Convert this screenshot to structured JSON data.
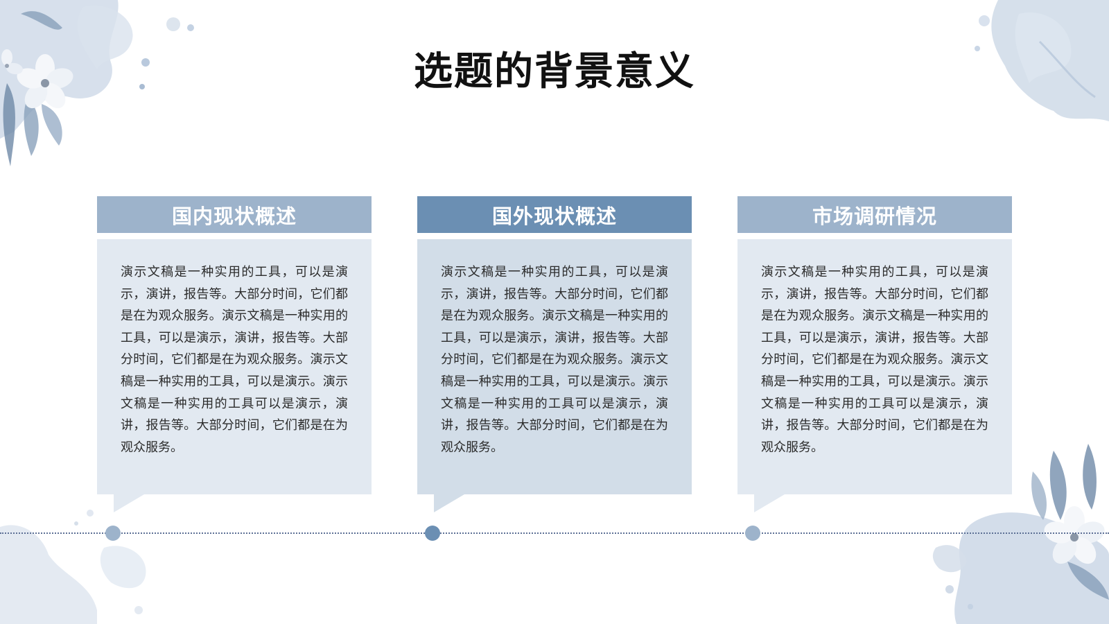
{
  "title": "选题的背景意义",
  "cards": [
    {
      "heading": "国内现状概述",
      "body": "演示文稿是一种实用的工具，可以是演示，演讲，报告等。大部分时间，它们都是在为观众服务。演示文稿是一种实用的工具，可以是演示，演讲，报告等。大部分时间，它们都是在为观众服务。演示文稿是一种实用的工具，可以是演示。演示文稿是一种实用的工具可以是演示，演讲，报告等。大部分时间，它们都是在为观众服务。"
    },
    {
      "heading": "国外现状概述",
      "body": "演示文稿是一种实用的工具，可以是演示，演讲，报告等。大部分时间，它们都是在为观众服务。演示文稿是一种实用的工具，可以是演示，演讲，报告等。大部分时间，它们都是在为观众服务。演示文稿是一种实用的工具，可以是演示。演示文稿是一种实用的工具可以是演示，演讲，报告等。大部分时间，它们都是在为观众服务。"
    },
    {
      "heading": "市场调研情况",
      "body": "演示文稿是一种实用的工具，可以是演示，演讲，报告等。大部分时间，它们都是在为观众服务。演示文稿是一种实用的工具，可以是演示，演讲，报告等。大部分时间，它们都是在为观众服务。演示文稿是一种实用的工具，可以是演示。演示文稿是一种实用的工具可以是演示，演讲，报告等。大部分时间，它们都是在为观众服务。"
    }
  ],
  "colors": {
    "header_light": "#9db3cb",
    "header_dark": "#6b8fb3",
    "body_light": "#e2e9f1",
    "body_dark": "#d2dde8",
    "timeline": "#5c6f95",
    "title": "#111111"
  },
  "decorations": [
    "watercolor-flower-top-left",
    "watercolor-splash-top-right",
    "watercolor-splash-bottom-left",
    "watercolor-flower-bottom-right"
  ]
}
